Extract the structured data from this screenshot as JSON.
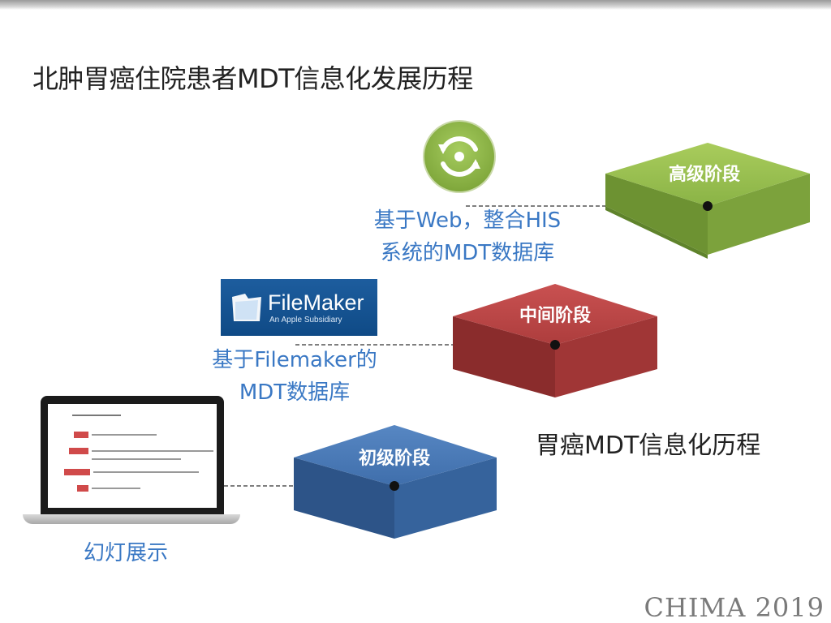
{
  "title": "北肿胃癌住院患者MDT信息化发展历程",
  "stages": {
    "advanced": {
      "label": "高级阶段",
      "color": "#7fa63a",
      "caption_lines": [
        "基于Web，整合HIS",
        "系统的MDT数据库"
      ]
    },
    "middle": {
      "label": "中间阶段",
      "color": "#b23c3c",
      "caption_lines": [
        "基于Filemaker的",
        "MDT数据库"
      ]
    },
    "initial": {
      "label": "初级阶段",
      "color": "#3d6aa4",
      "caption_lines": [
        "幻灯展示"
      ]
    }
  },
  "filemaker_logo": {
    "name": "FileMaker",
    "tagline": "An Apple Subsidiary",
    "color": "#15528f"
  },
  "web_icon": {
    "icon": "sync-arrows-icon",
    "color": "#8fb84a"
  },
  "summary": "胃癌MDT信息化历程",
  "footer": "CHIMA 2019",
  "colors": {
    "caption": "#3a78c4",
    "title": "#222222"
  }
}
